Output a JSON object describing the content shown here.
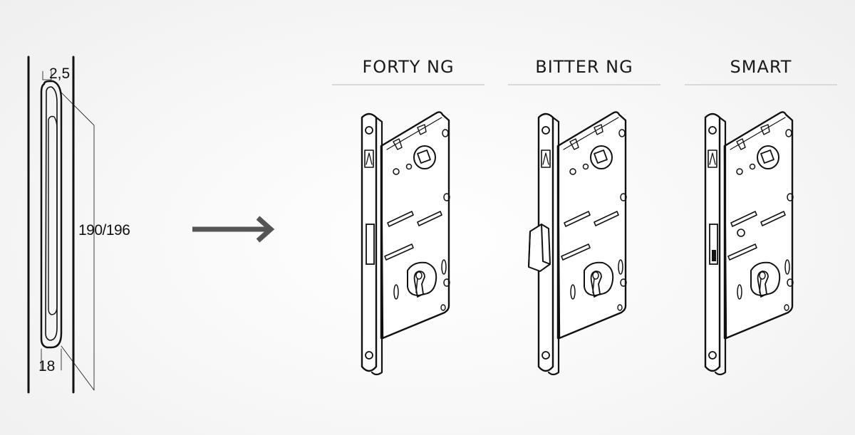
{
  "profile": {
    "dim_top": "2,5",
    "dim_length": "190/196",
    "dim_width": "18"
  },
  "models": [
    {
      "name": "FORTY NG",
      "latch": "recessed"
    },
    {
      "name": "BITTER NG",
      "latch": "protruding"
    },
    {
      "name": "SMART",
      "latch": "recessed"
    }
  ],
  "icons": {
    "arrow": "arrow-right-icon"
  }
}
